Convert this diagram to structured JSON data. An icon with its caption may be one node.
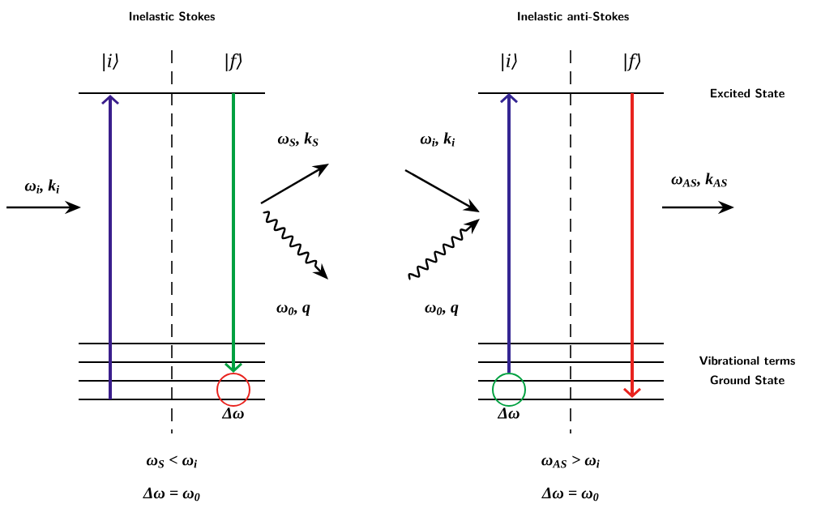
{
  "diagram": {
    "nodes": [
      {
        "text": [],
        "shape": "circle",
        "beside": [
          "Δω"
        ]
      },
      {
        "text": [],
        "shape": "circle",
        "beside": [
          "Δω"
        ]
      }
    ],
    "edges": [
      {
        "from": null,
        "to": 0,
        "arrow": "to",
        "color": "#00a040"
      },
      {
        "from": 1,
        "to": null,
        "arrow": "to",
        "color": "#3a1e8c"
      }
    ],
    "labels": [
      "Inelastic Stokes",
      "Inelastic anti-Stokes",
      "|i⟩",
      "|f⟩",
      "|i⟩",
      "|f⟩",
      "Excited State",
      "ω$_{S}$, k$_{S}$",
      "ω$_{i}$, k$_{i}$",
      "ω$_{i}$, k$_{i}$",
      "ω$_{AS}$, k$_{AS}$",
      "ω$_{0}$, q",
      "ω$_{0}$, q",
      "Vibrational terms",
      "Ground State",
      "ω$_{S}$ < ω$_{i}$",
      "ω$_{AS}$ > ω$_{i}$",
      "Δω = ω$_{0}$",
      "Δω = ω$_{0}$"
    ]
  }
}
